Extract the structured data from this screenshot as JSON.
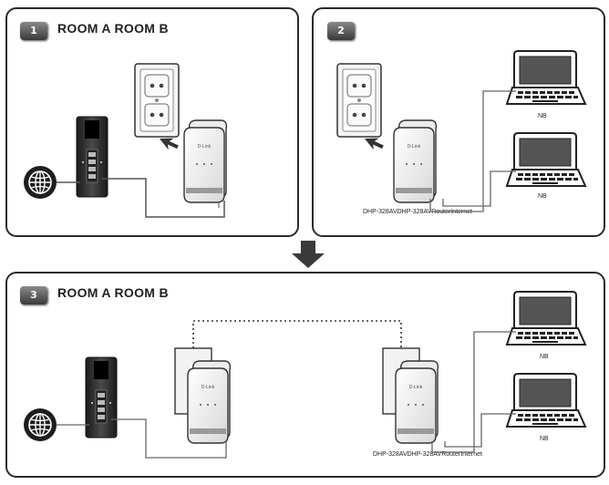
{
  "step1": {
    "number": "1",
    "title": "ROOM A ROOM B"
  },
  "step2": {
    "number": "2",
    "caption": "DHP-328AVDHP-328AVRouterInternet",
    "nb_top": "NB",
    "nb_bottom": "NB"
  },
  "step3": {
    "number": "3",
    "title": "ROOM A ROOM B",
    "caption": "DHP-328AVDHP-328AVRouterInternet",
    "nb_top": "NB",
    "nb_bottom": "NB"
  },
  "brand": "D-Link",
  "icons": [
    "globe-icon",
    "router-icon",
    "wall-outlet-icon",
    "powerline-adapter-icon",
    "laptop-icon",
    "arrow-down-icon",
    "arrow-plug-icon"
  ]
}
